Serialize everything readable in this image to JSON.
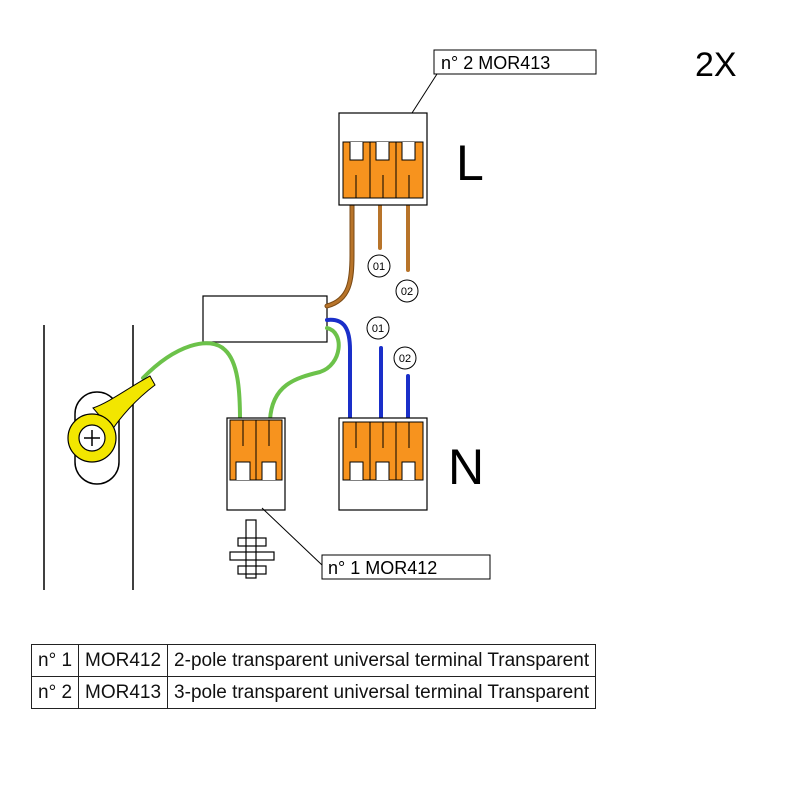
{
  "quantity": "2X",
  "labels": {
    "line": "L",
    "neutral": "N",
    "callout_2": "n° 2  MOR413",
    "callout_1": "n° 1 MOR412",
    "circle_01": "01",
    "circle_02": "02"
  },
  "parts": [
    {
      "num": "n° 1",
      "code": "MOR412",
      "desc": "2-pole transparent universal terminal Transparent"
    },
    {
      "num": "n° 2",
      "code": "MOR413",
      "desc": "3-pole transparent universal terminal Transparent"
    }
  ],
  "colors": {
    "orange": "#f7931e",
    "brown": "#b8742a",
    "blue": "#1a2fc9",
    "green": "#6cc24a",
    "yellow": "#f2e600"
  }
}
